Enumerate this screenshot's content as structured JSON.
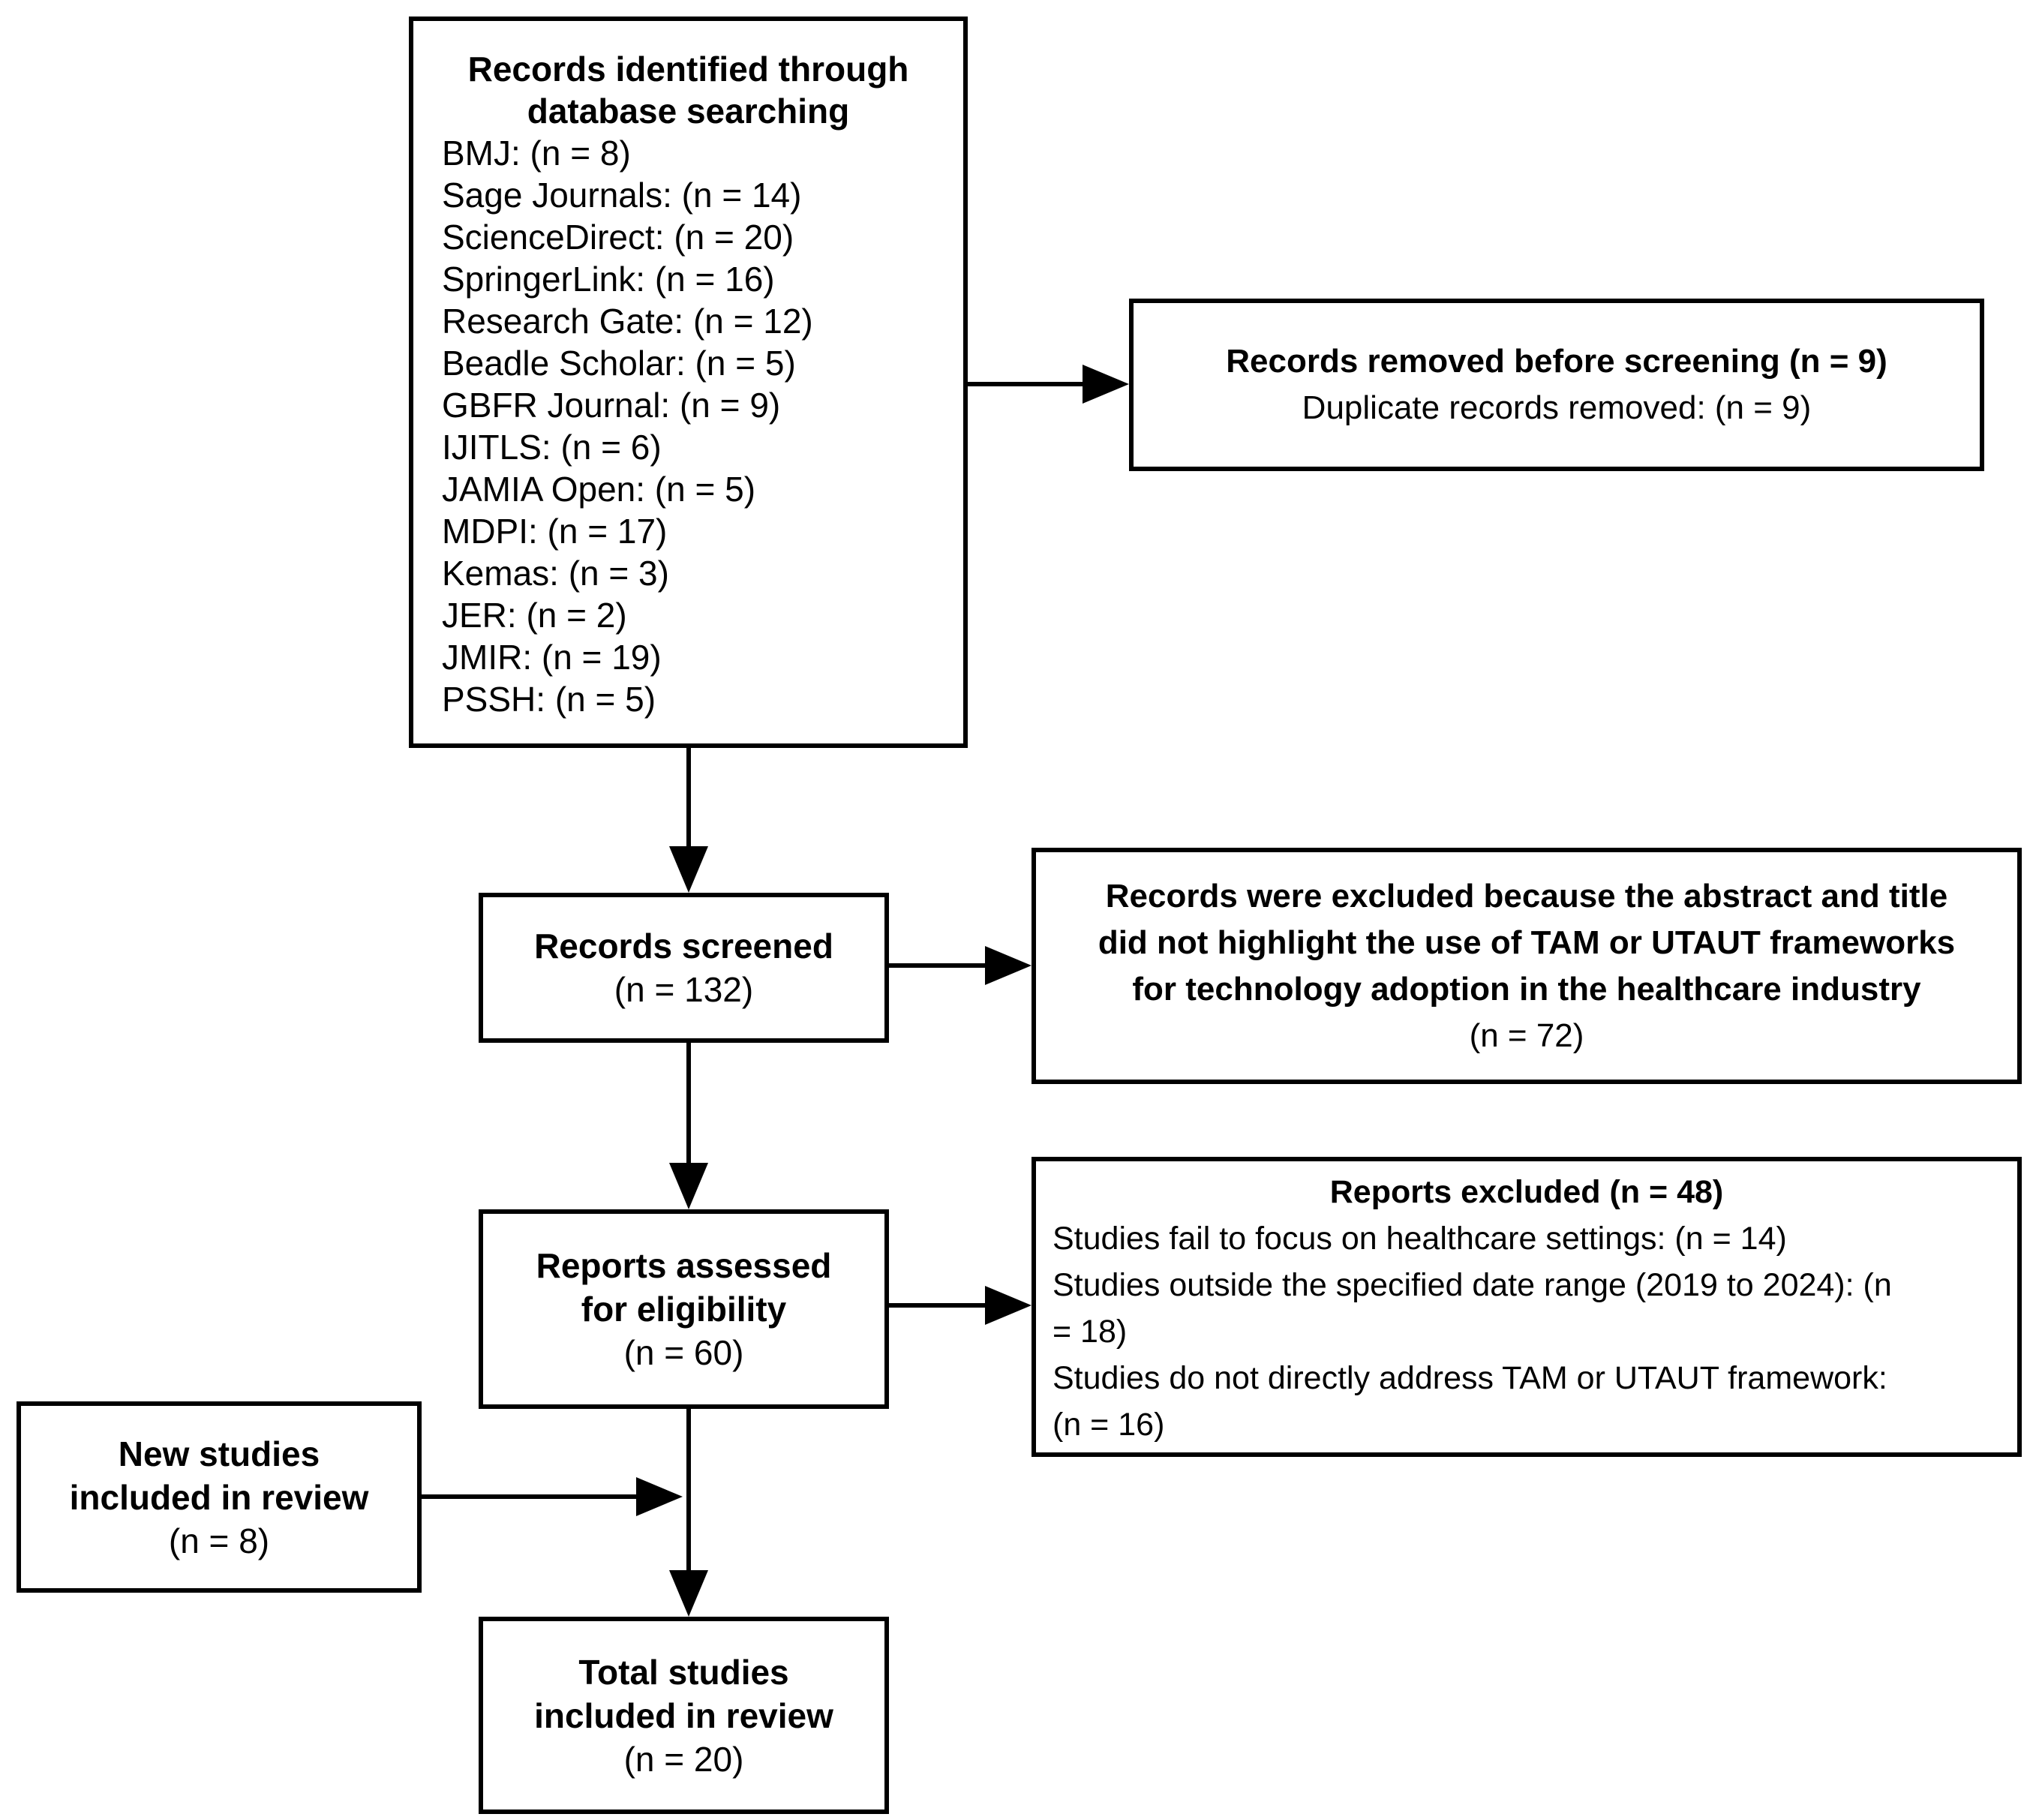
{
  "diagram": {
    "colors": {
      "line": "#000000",
      "background": "#ffffff",
      "text": "#000000"
    },
    "identification_box": {
      "title_lines": [
        "Records identified through",
        "database searching"
      ],
      "sources": [
        "BMJ: (n = 8)",
        "Sage Journals: (n = 14)",
        "ScienceDirect: (n = 20)",
        "SpringerLink: (n = 16)",
        "Research Gate: (n = 12)",
        "Beadle Scholar: (n = 5)",
        "GBFR Journal: (n = 9)",
        "IJITLS: (n = 6)",
        "JAMIA Open: (n = 5)",
        "MDPI: (n = 17)",
        "Kemas: (n = 3)",
        "JER: (n = 2)",
        "JMIR: (n = 19)",
        "PSSH: (n = 5)"
      ]
    },
    "records_removed_box": {
      "title": "Records removed before screening (n = 9)",
      "detail": "Duplicate records removed: (n = 9)"
    },
    "records_screened_box": {
      "title": "Records screened",
      "count": "(n = 132)"
    },
    "abstract_exclusion_box": {
      "reason_bold_lines": [
        "Records were excluded because the abstract and title",
        "did not highlight the use of TAM or UTAUT frameworks",
        "for technology adoption in the healthcare industry"
      ],
      "count": "(n = 72)"
    },
    "reports_assessed_box": {
      "title_lines": [
        "Reports assessed",
        "for eligibility"
      ],
      "count": "(n = 60)"
    },
    "reports_excluded_box": {
      "title": "Reports excluded (n = 48)",
      "reason_lines": [
        "Studies fail to focus on healthcare settings: (n = 14)",
        "Studies outside the specified date range (2019 to 2024): (n",
        "= 18)",
        "Studies do not directly address TAM or UTAUT framework:",
        "(n = 16)"
      ]
    },
    "new_studies_box": {
      "title_lines": [
        "New studies",
        "included in review"
      ],
      "count": "(n = 8)"
    },
    "total_studies_box": {
      "title_lines": [
        "Total studies",
        "included in review"
      ],
      "count": "(n = 20)"
    }
  }
}
